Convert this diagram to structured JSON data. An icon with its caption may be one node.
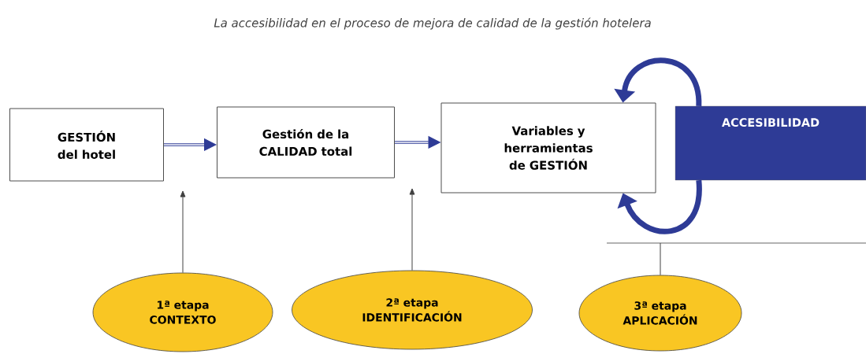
{
  "diagram": {
    "title": "La accesibilidad en el proceso de mejora de calidad de la gestión hotelera",
    "nodes": [
      {
        "text": [
          "GESTIÓN del hotel"
        ]
      },
      {
        "text": [
          "Gestión de la CALIDAD total"
        ]
      },
      {
        "text": [
          "Variables y herramientas de GESTIÓN"
        ]
      },
      {
        "text": [
          "ACCESIBILIDAD"
        ]
      },
      {
        "text": [
          "1ª etapa CONTEXTO"
        ]
      },
      {
        "text": [
          "2ª etapa IDENTIFICACIÓN"
        ]
      },
      {
        "text": [
          "3ª etapa APLICACIÓN"
        ]
      }
    ],
    "edges": [
      {
        "from": 0,
        "to": 1,
        "arrow": "to",
        "color": "#2e3b96"
      },
      {
        "from": 1,
        "to": 2,
        "arrow": "to",
        "color": "#2e3b96"
      },
      {
        "from": 3,
        "to": 2,
        "arrow": "to",
        "style": "thick",
        "color": "#2e3b96"
      },
      {
        "from": 3,
        "to": 2,
        "arrow": "to",
        "style": "thick",
        "color": "#2e3b96"
      },
      {
        "from": 4,
        "to": null,
        "arrow": "to"
      },
      {
        "from": 5,
        "to": null,
        "arrow": "to"
      },
      {
        "from": 6,
        "to": null,
        "arrow": "none"
      }
    ]
  }
}
